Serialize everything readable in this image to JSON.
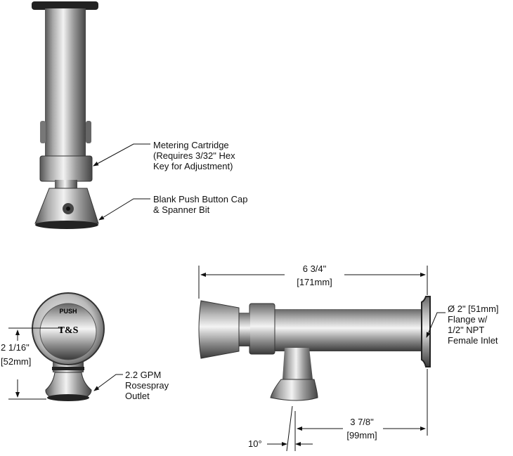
{
  "callouts": {
    "metering_cartridge": [
      "Metering Cartridge",
      "(Requires 3/32\" Hex",
      "Key for Adjustment)"
    ],
    "push_button_cap": [
      "Blank Push Button Cap",
      "& Spanner Bit"
    ],
    "flange": [
      "Ø 2\" [51mm]",
      "Flange w/",
      "1/2\" NPT",
      "Female Inlet"
    ],
    "outlet": [
      "2.2 GPM",
      "Rosespray",
      "Outlet"
    ]
  },
  "dimensions": {
    "overall_length": {
      "imperial": "6 3/4\"",
      "metric": "[171mm]"
    },
    "outlet_offset": {
      "imperial": "3 7/8\"",
      "metric": "[99mm]"
    },
    "front_height": {
      "imperial": "2 1/16\"",
      "metric": "[52mm]"
    },
    "angle": "10°"
  },
  "button_markings": {
    "push": "PUSH",
    "logo": "T&S"
  }
}
